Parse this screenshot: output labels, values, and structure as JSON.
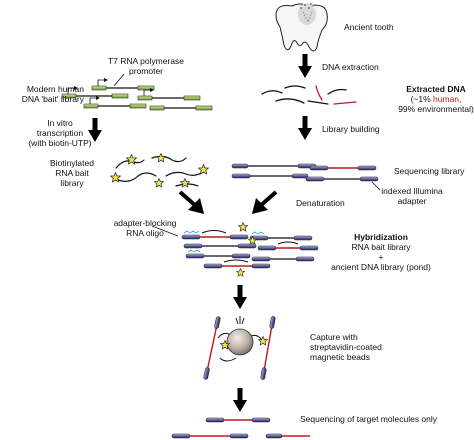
{
  "labels": {
    "ancient_tooth": "Ancient tooth",
    "dna_extraction": "DNA extraction",
    "extracted_dna_title": "Extracted DNA",
    "extracted_dna_pre": "(~1% ",
    "extracted_dna_human": "human,",
    "extracted_dna_post": "99% environmental)",
    "library_building": "Library building",
    "sequencing_library": "Sequencing library",
    "indexed_adapter": "indexed Illumina\nadapter",
    "t7_promoter": "T7 RNA polymerase\npromoter",
    "modern_human_bait": "Modern human\nDNA 'bait' library",
    "in_vitro_transcription": "In vitro transcription\n(with biotin-UTP)",
    "biotinylated_bait": "Biotinylated\nRNA bait\nlibrary",
    "denaturation": "Denaturation",
    "adapter_blocking": "adapter-blocking\nRNA oligo",
    "hybridization_title": "Hybridization",
    "hybridization_line1": "RNA bait library",
    "hybridization_plus": "+",
    "hybridization_line2": "ancient DNA library (pond)",
    "capture": "Capture with\nstreptavidin-coated\nmagnetic beads",
    "sequencing_targets": "Sequencing of target molecules only"
  },
  "colors": {
    "human_dna": "#c0191e",
    "bait_green": "#8db83a",
    "adapter_blue": "#5a5a9a",
    "rna_blue": "#4aa8d8",
    "star_yellow": "#f2e24a"
  }
}
